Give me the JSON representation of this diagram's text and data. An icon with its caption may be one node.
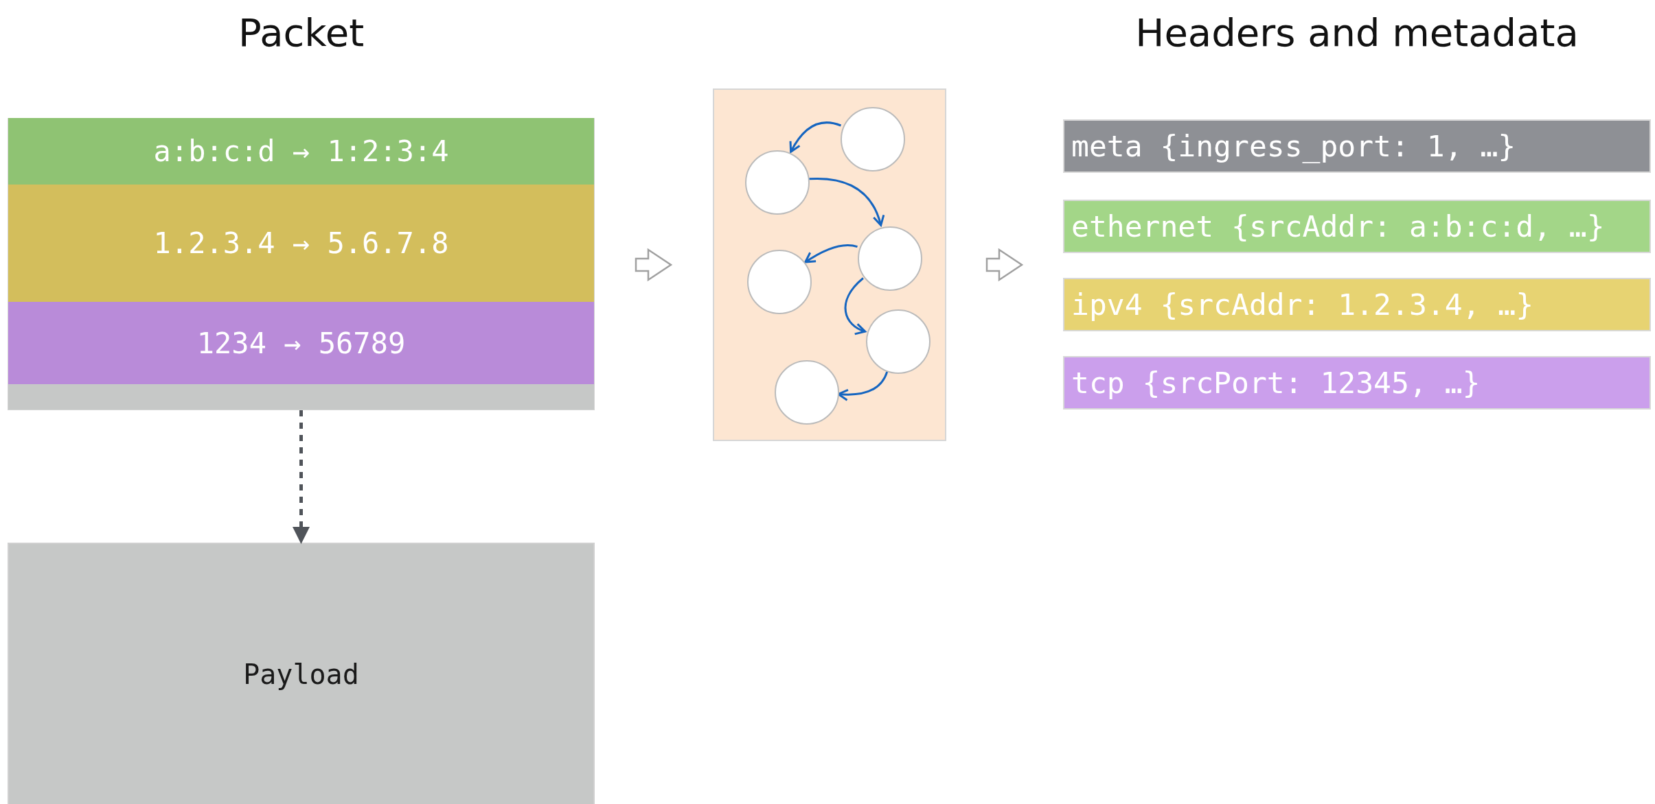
{
  "diagram": {
    "nodes": [
      {
        "text": [
          "Packet"
        ]
      },
      {
        "text": [
          "a:b:c:d → 1:2:3:4"
        ],
        "in": 0
      },
      {
        "text": [
          "1.2.3.4 → 5.6.7.8"
        ],
        "in": 0
      },
      {
        "text": [
          "1234 → 56789"
        ],
        "in": 0
      },
      {
        "text": [],
        "shape": "bar",
        "in": 0
      },
      {
        "text": [
          "Payload"
        ]
      },
      {
        "text": [],
        "shape": "box"
      },
      {
        "text": [],
        "shape": "circle",
        "in": 6
      },
      {
        "text": [],
        "shape": "circle",
        "in": 6
      },
      {
        "text": [],
        "shape": "circle",
        "in": 6
      },
      {
        "text": [],
        "shape": "circle",
        "in": 6
      },
      {
        "text": [],
        "shape": "circle",
        "in": 6
      },
      {
        "text": [],
        "shape": "circle",
        "in": 6
      },
      {
        "text": [
          "Headers and metadata"
        ]
      },
      {
        "text": [
          "meta {ingress_port: 1, …}"
        ],
        "in": 13
      },
      {
        "text": [
          "ethernet {srcAddr: a:b:c:d, …}"
        ],
        "in": 13
      },
      {
        "text": [
          "ipv4 {srcAddr: 1.2.3.4, …}"
        ],
        "in": 13
      },
      {
        "text": [
          "tcp {srcPort: 12345, …}"
        ],
        "in": 13
      }
    ],
    "edges": [
      {
        "from": 4,
        "to": 5,
        "arrow": "to",
        "style": "dashed",
        "color": "#50545a"
      },
      {
        "from": 0,
        "to": 6,
        "arrow": "to",
        "color": "#a0a0a0"
      },
      {
        "from": 6,
        "to": 13,
        "arrow": "to",
        "color": "#a0a0a0"
      },
      {
        "from": 7,
        "to": 8,
        "arrow": "to"
      },
      {
        "from": 8,
        "to": 9,
        "arrow": "to"
      },
      {
        "from": 9,
        "to": 10,
        "arrow": "to"
      },
      {
        "from": 9,
        "to": 11,
        "arrow": "to"
      },
      {
        "from": 11,
        "to": 12,
        "arrow": "to"
      }
    ]
  }
}
